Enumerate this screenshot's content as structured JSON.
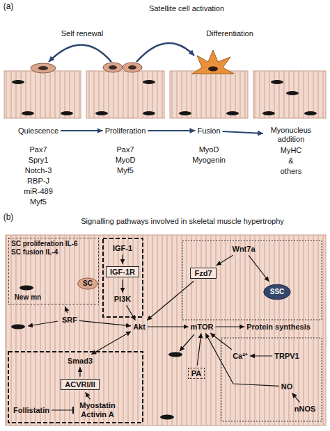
{
  "diagram": {
    "nodes": [
      {
        "text": [
          "Quiescence"
        ]
      },
      {
        "text": [
          "Proliferation"
        ]
      },
      {
        "text": [
          "Fusion"
        ]
      },
      {
        "text": [
          "Myonucleus addition"
        ]
      },
      {
        "text": [
          "SC proliferation IL-6",
          "SC fusion IL-4"
        ]
      },
      {
        "text": [
          "SC"
        ],
        "in": 4
      },
      {
        "text": [
          "SRF"
        ]
      },
      {
        "text": [
          "IGF-1"
        ]
      },
      {
        "text": [
          "IGF-1R"
        ]
      },
      {
        "text": [
          "PI3K"
        ]
      },
      {
        "text": [
          "Wnt7a"
        ]
      },
      {
        "text": [
          "Fzd7"
        ]
      },
      {
        "text": [
          "SSC"
        ]
      },
      {
        "text": [
          "Akt"
        ]
      },
      {
        "text": [
          "mTOR"
        ]
      },
      {
        "text": [
          "Protein synthesis"
        ]
      },
      {
        "text": [
          "Smad3"
        ]
      },
      {
        "text": [
          "ACVRI/II"
        ]
      },
      {
        "text": [
          "Follistatin"
        ]
      },
      {
        "text": [
          "Myostatin Activin A"
        ]
      },
      {
        "text": [
          "PA"
        ]
      },
      {
        "text": [
          "Ca²⁺"
        ]
      },
      {
        "text": [
          "TRPV1"
        ]
      },
      {
        "text": [
          "NO"
        ]
      },
      {
        "text": [
          "nNOS"
        ]
      }
    ],
    "edges": [
      {
        "from": 0,
        "to": 1,
        "arrow": "to"
      },
      {
        "from": 1,
        "to": 2,
        "arrow": "to"
      },
      {
        "from": 2,
        "to": 3,
        "arrow": "to"
      },
      {
        "from": 6,
        "to": 4,
        "arrow": "to"
      },
      {
        "from": 6,
        "to": 13,
        "arrow": "to"
      },
      {
        "from": 7,
        "to": 8,
        "arrow": "to"
      },
      {
        "from": 8,
        "to": 9,
        "arrow": "to"
      },
      {
        "from": 9,
        "to": 13,
        "arrow": "to"
      },
      {
        "from": 10,
        "to": 11,
        "arrow": "to"
      },
      {
        "from": 10,
        "to": 12,
        "arrow": "to"
      },
      {
        "from": 11,
        "to": 13,
        "arrow": "to"
      },
      {
        "from": 13,
        "to": 14,
        "arrow": "to"
      },
      {
        "from": 14,
        "to": 15,
        "arrow": "to"
      },
      {
        "from": 13,
        "to": 16,
        "arrow": "both"
      },
      {
        "from": 17,
        "to": 16,
        "arrow": "to"
      },
      {
        "from": 19,
        "to": 17,
        "arrow": "to"
      },
      {
        "from": 18,
        "to": 19,
        "arrow": "none"
      },
      {
        "from": 20,
        "to": 14,
        "arrow": "to"
      },
      {
        "from": 21,
        "to": 14,
        "arrow": "to"
      },
      {
        "from": 22,
        "to": 21,
        "arrow": "to"
      },
      {
        "from": 24,
        "to": 23,
        "arrow": "to"
      },
      {
        "from": 23,
        "to": 14,
        "arrow": "to"
      }
    ],
    "labels": [
      "(a)",
      "Satellite cell activation",
      "Self renewal",
      "Differentiation",
      "Pax7",
      "Spry1",
      "Notch-3",
      "RBP-J",
      "miR-489",
      "Myf5",
      "Pax7",
      "MyoD",
      "Myf5",
      "MyoD",
      "Myogenin",
      "MyHC",
      "&",
      "others",
      "(b)",
      "Signalling pathways involved in skeletal muscle hypertrophy",
      "New mn"
    ]
  }
}
